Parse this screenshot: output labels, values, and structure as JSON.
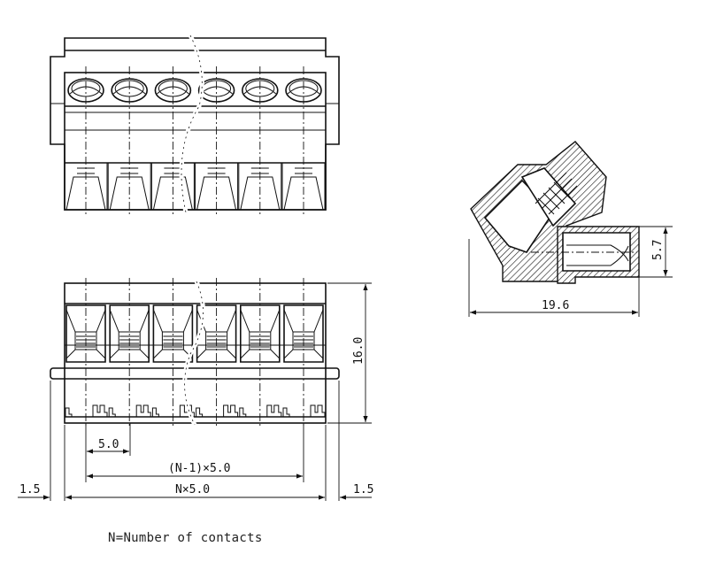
{
  "drawing": {
    "contacts_shown": 6,
    "dimensions": {
      "height": "16.0",
      "pitch": "5.0",
      "pitch_span": "(N-1)×5.0",
      "total_width": "N×5.0",
      "flange_left": "1.5",
      "flange_right": "1.5",
      "side_depth": "19.6",
      "side_height": "5.7"
    },
    "caption": "N=Number of contacts"
  }
}
